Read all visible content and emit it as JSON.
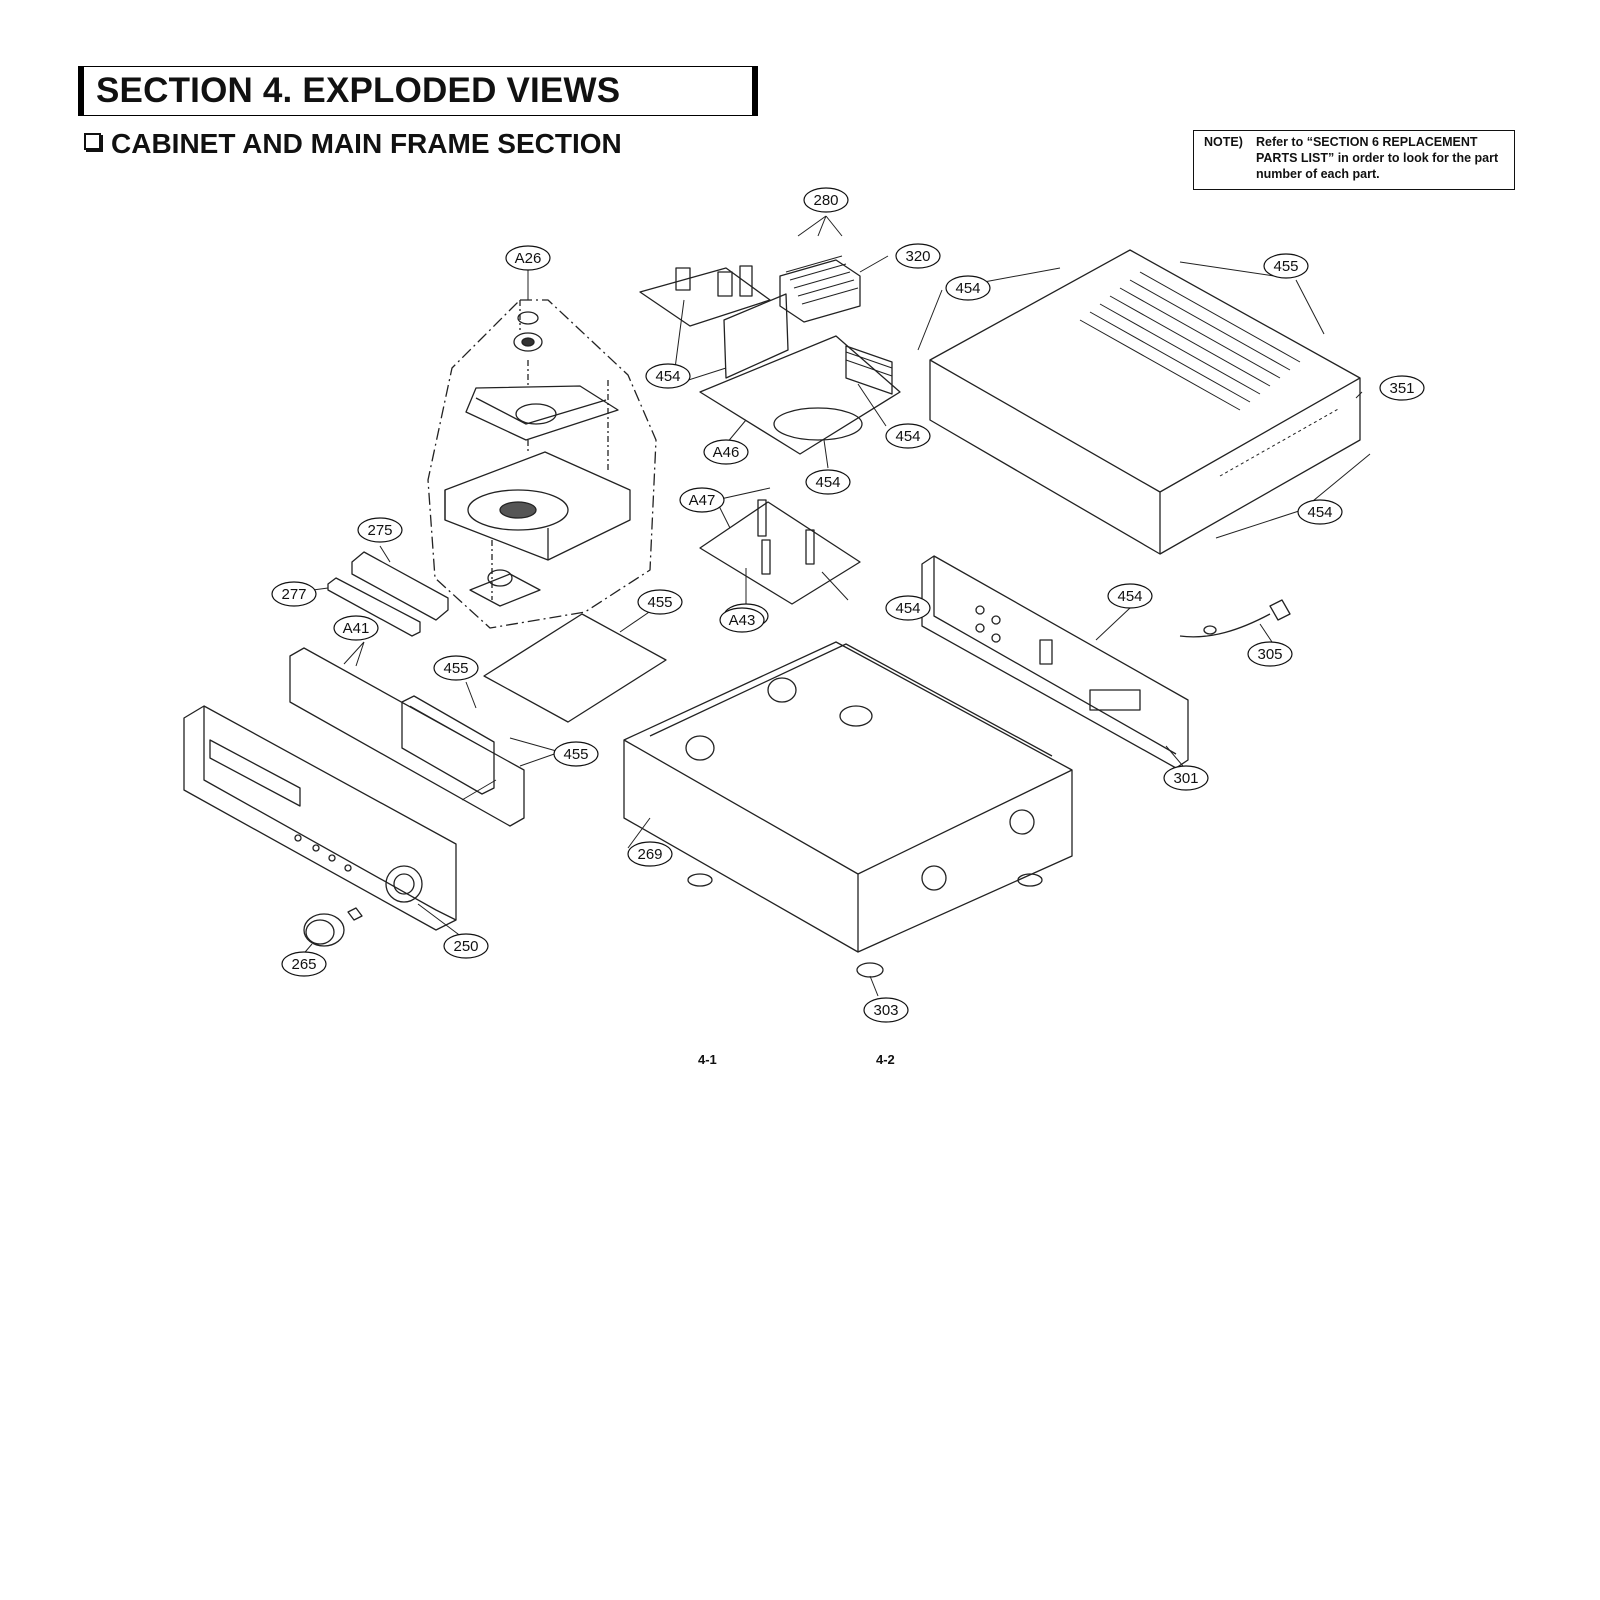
{
  "header": {
    "section_title": "SECTION 4. EXPLODED VIEWS"
  },
  "subsection": {
    "title": "CABINET AND MAIN FRAME SECTION"
  },
  "note": {
    "label": "NOTE)",
    "text": "Refer to “SECTION 6 REPLACEMENT PARTS LIST” in order to look for the part number of each part."
  },
  "callouts": [
    "280",
    "320",
    "A26",
    "454",
    "455",
    "454",
    "351",
    "A46",
    "454",
    "454",
    "275",
    "454",
    "A47",
    "454",
    "277",
    "455",
    "A41",
    "455",
    "454",
    "305",
    "455",
    "455",
    "A43",
    "269",
    "301",
    "250",
    "265",
    "303"
  ],
  "page_numbers": {
    "left": "4-1",
    "right": "4-2"
  }
}
